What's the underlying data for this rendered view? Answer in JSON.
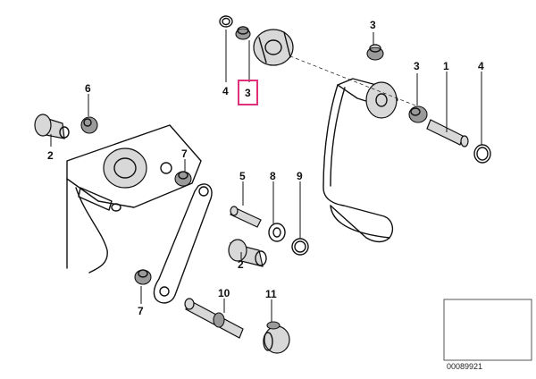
{
  "callouts": [
    {
      "id": "4",
      "label": "4"
    },
    {
      "id": "3a",
      "label": "3"
    },
    {
      "id": "3b",
      "label": "3"
    },
    {
      "id": "3c",
      "label": "3"
    },
    {
      "id": "1",
      "label": "1"
    },
    {
      "id": "4b",
      "label": "4"
    },
    {
      "id": "6",
      "label": "6"
    },
    {
      "id": "2a",
      "label": "2"
    },
    {
      "id": "7a",
      "label": "7"
    },
    {
      "id": "5",
      "label": "5"
    },
    {
      "id": "8",
      "label": "8"
    },
    {
      "id": "9",
      "label": "9"
    },
    {
      "id": "2b",
      "label": "2"
    },
    {
      "id": "10",
      "label": "10"
    },
    {
      "id": "11",
      "label": "11"
    },
    {
      "id": "7b",
      "label": "7"
    }
  ],
  "highlighted_callout": "3a",
  "reference_number": "00089921",
  "colors": {
    "highlight": "#e0307a",
    "line": "#111111",
    "part_fill": "#d8d8d8"
  }
}
